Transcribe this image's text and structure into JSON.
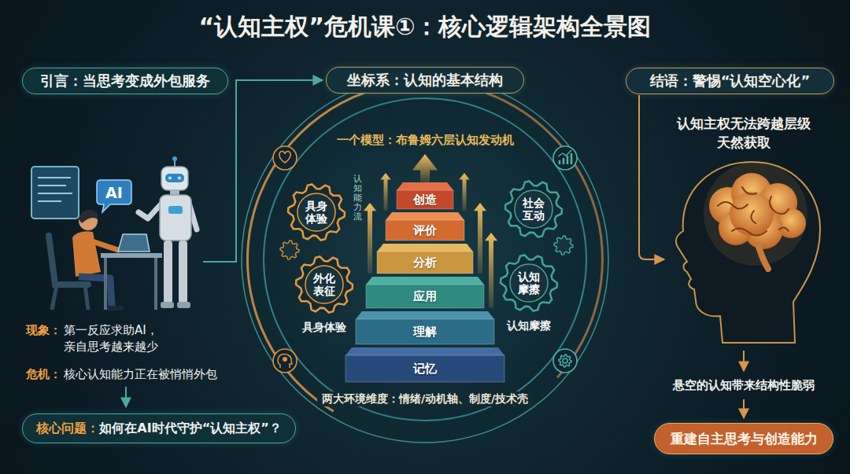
{
  "diagram": {
    "title": "“认知主权”危机课①：核心逻辑架构全景图",
    "nodes": [
      {
        "text": [
          "引言：当思考变成外包服务"
        ]
      },
      {
        "text": [
          "AI"
        ]
      },
      {
        "text": [
          "核心问题：",
          "如何在AI时代守护“认知主权”？"
        ]
      },
      {
        "text": [
          "坐标系：认知的基本结构"
        ]
      },
      {
        "text": [
          "一个模型：布鲁姆六层认知发动机",
          "两大环境维度：情绪/动机轴、制度/技术壳"
        ]
      },
      {
        "text": [
          "创造"
        ],
        "in": 4
      },
      {
        "text": [
          "评价"
        ],
        "in": 4
      },
      {
        "text": [
          "分析"
        ],
        "in": 4
      },
      {
        "text": [
          "应用"
        ],
        "in": 4
      },
      {
        "text": [
          "理解"
        ],
        "in": 4
      },
      {
        "text": [
          "记忆"
        ],
        "in": 4
      },
      {
        "text": [
          "具身体验"
        ],
        "in": 4
      },
      {
        "text": [
          "外化表征"
        ],
        "in": 4
      },
      {
        "text": [
          "社会互动"
        ],
        "in": 4
      },
      {
        "text": [
          "认知摩擦"
        ],
        "in": 4
      },
      {
        "text": [
          "结语：警惕“认知空心化”"
        ]
      },
      {
        "text": [
          "重建自主思考与创造能力"
        ]
      }
    ],
    "labels": [
      "现象：",
      "第一反应求助AI， 亲自思考越来越少",
      "危机：",
      "核心认知能力正在被悄悄外包",
      "认知能力流",
      "具身体验",
      "认知摩擦",
      "认知主权无法跨越层级 天然获取",
      "悬空的认知带来结构性脆弱"
    ]
  }
}
